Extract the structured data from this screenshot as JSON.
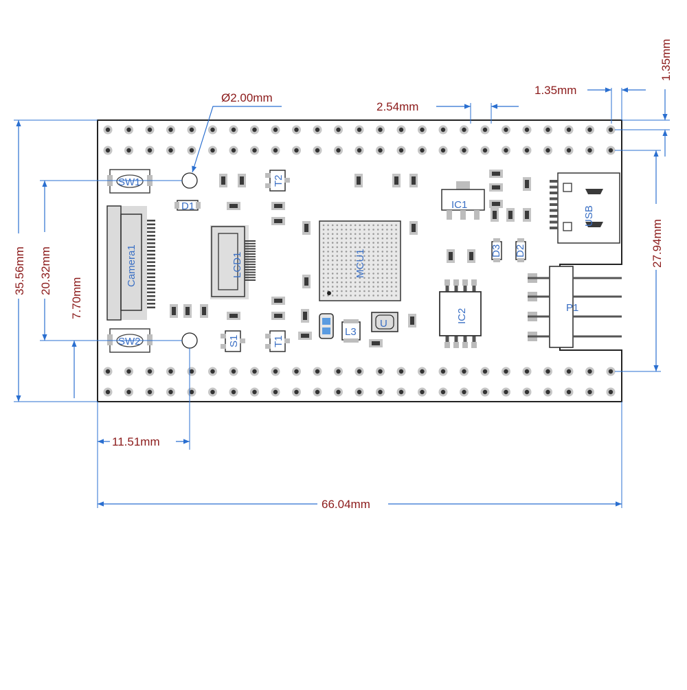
{
  "dimensions": {
    "hole_diameter": "Ø2.00mm",
    "pin_pitch": "2.54mm",
    "edge_offset_x": "1.35mm",
    "edge_offset_y": "1.35mm",
    "board_height": "35.56mm",
    "hole_spacing_y": "20.32mm",
    "hole_offset_y": "7.70mm",
    "header_span": "27.94mm",
    "hole_offset_x": "11.51mm",
    "board_width": "66.04mm"
  },
  "components": {
    "camera": "Camera1",
    "lcd": "LCD1",
    "mcu": "MCU1",
    "ic1": "IC1",
    "ic2": "IC2",
    "usb": "USB",
    "p1": "P1",
    "sw1": "SW1",
    "sw2": "SW2",
    "d1": "D1",
    "d2": "D2",
    "d3": "D3",
    "t1": "T1",
    "t2": "T2",
    "s1": "S1",
    "l3": "L3",
    "u": "U"
  }
}
